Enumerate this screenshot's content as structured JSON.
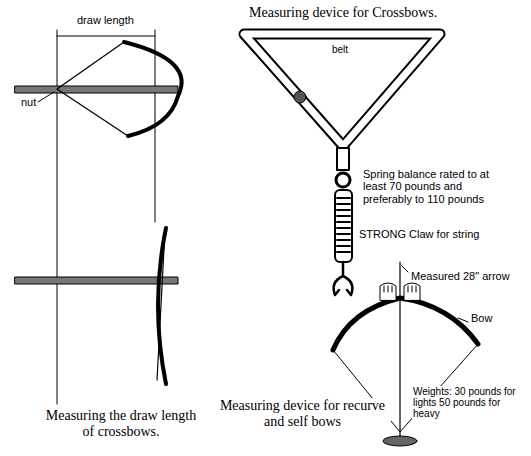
{
  "diagram": {
    "labels": [
      "draw length",
      "nut",
      "Measuring the draw length of crossbows.",
      "Measuring device for Crossbows.",
      "belt",
      "Spring balance rated to at least 70 pounds and preferably to 110 pounds",
      "STRONG Claw for string",
      "Measured 28\" arrow",
      "Bow",
      "Weights: 30 pounds for lights 50 pounds for heavy",
      "Measuring device for recurve and self bows"
    ]
  }
}
